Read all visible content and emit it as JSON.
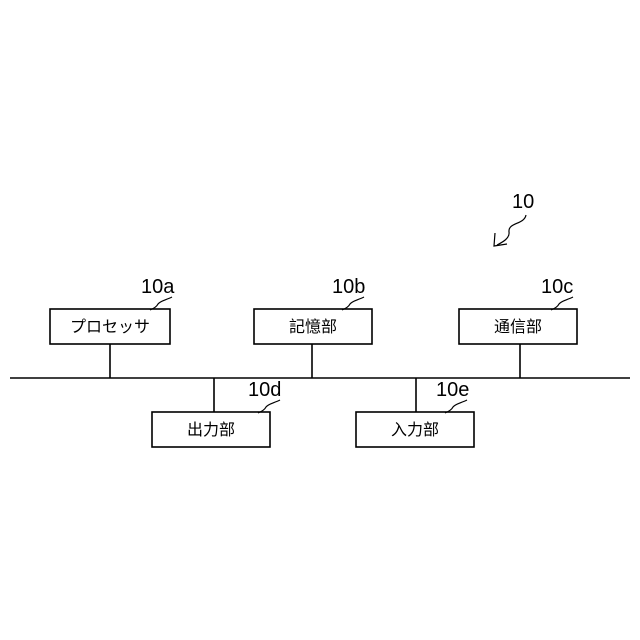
{
  "diagram": {
    "ref_main": "10",
    "components": [
      {
        "ref": "10a",
        "label": "プロセッサ"
      },
      {
        "ref": "10b",
        "label": "記憶部"
      },
      {
        "ref": "10c",
        "label": "通信部"
      },
      {
        "ref": "10d",
        "label": "出力部"
      },
      {
        "ref": "10e",
        "label": "入力部"
      }
    ]
  }
}
